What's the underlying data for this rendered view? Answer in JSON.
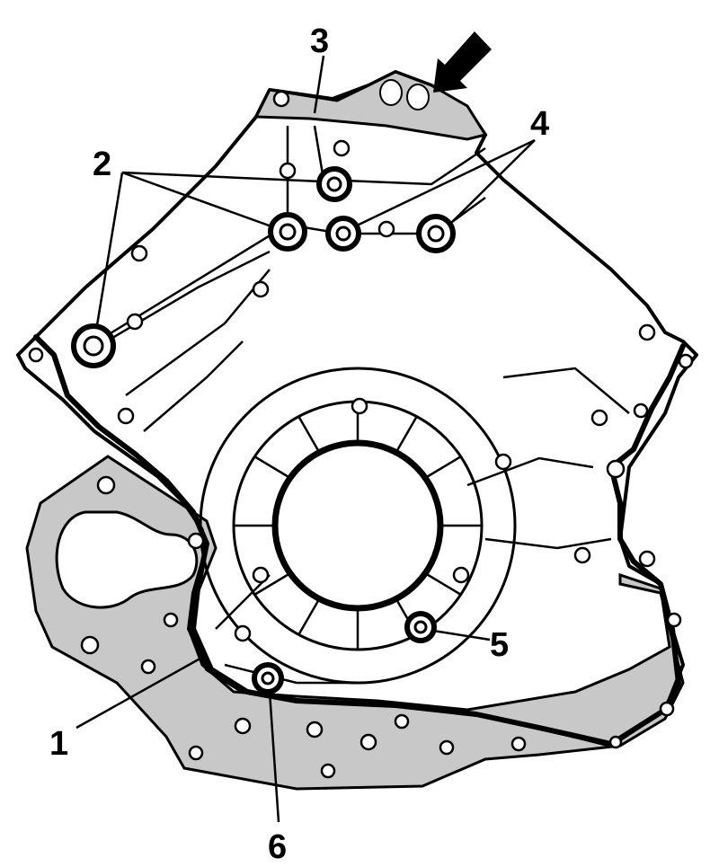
{
  "figure": {
    "description_hidden": false,
    "callouts": [
      {
        "id": "c1",
        "label": "1"
      },
      {
        "id": "c2",
        "label": "2"
      },
      {
        "id": "c3",
        "label": "3"
      },
      {
        "id": "c4",
        "label": "4"
      },
      {
        "id": "c5",
        "label": "5"
      },
      {
        "id": "c6",
        "label": "6"
      }
    ],
    "colors": {
      "gasket": "#c8c8c8",
      "line": "#000000",
      "background": "#ffffff"
    }
  }
}
